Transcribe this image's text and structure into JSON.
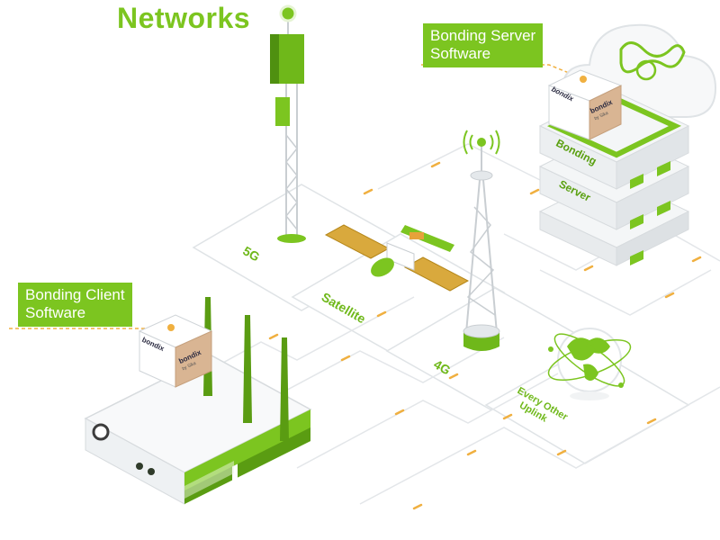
{
  "title": "Networks",
  "callouts": {
    "server": {
      "line1": "Bonding Server",
      "line2": "Software"
    },
    "client": {
      "line1": "Bonding Client",
      "line2": "Software"
    }
  },
  "networks": {
    "five_g": "5G",
    "satellite": "Satellite",
    "four_g": "4G",
    "other_line1": "Every Other",
    "other_line2": "Uplink"
  },
  "server_stack": {
    "line1": "Bonding",
    "line2": "Server"
  },
  "brand": {
    "name": "bondix",
    "tagline": "by Sika"
  },
  "colors": {
    "accent": "#7cc520",
    "accent_dark": "#3d7a10",
    "tile_border": "#dfe3e6",
    "dash": "#f0b040",
    "box": "#d9b593"
  }
}
